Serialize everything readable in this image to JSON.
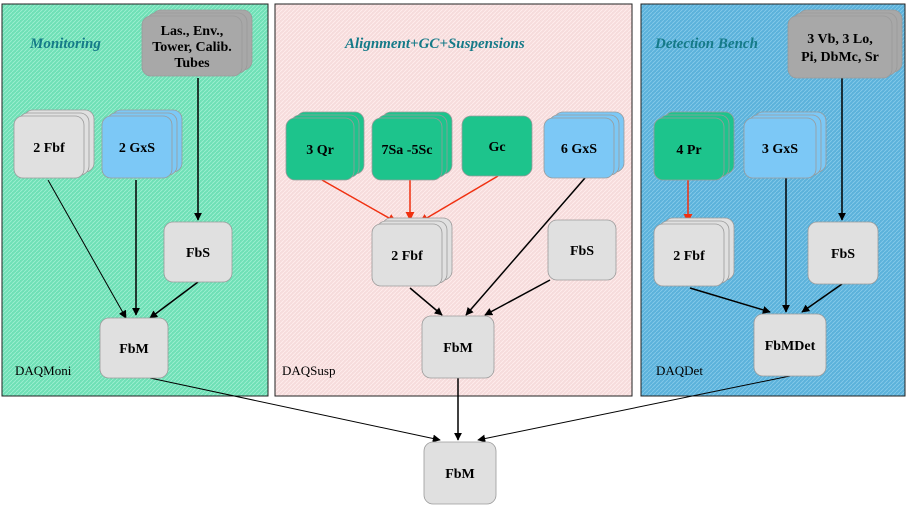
{
  "panels": {
    "monitoring": {
      "title": "Monitoring",
      "label": "DAQMoni",
      "color": "#6fe0b6"
    },
    "alignment": {
      "title": "Alignment+GC+Suspensions",
      "label": "DAQSusp",
      "color": "#f8dede"
    },
    "detection": {
      "title": "Detection Bench",
      "label": "DAQDet",
      "color": "#5fb4dc"
    }
  },
  "title_color": "#157a88",
  "boxes": {
    "mon_sources": [
      "Las., Env.,",
      "Tower, Calib.",
      "Tubes"
    ],
    "mon_fbf": "2 Fbf",
    "mon_gxs": "2 GxS",
    "mon_fbs": "FbS",
    "mon_fbm": "FbM",
    "al_qr": "3 Qr",
    "al_sa": "7Sa -5Sc",
    "al_gc": "Gc",
    "al_gxs": "6 GxS",
    "al_fbf": "2 Fbf",
    "al_fbs": "FbS",
    "al_fbm": "FbM",
    "det_sources": [
      "3 Vb, 3 Lo,",
      "Pi, DbMc, Sr"
    ],
    "det_pr": "4 Pr",
    "det_gxs": "3 GxS",
    "det_fbf": "2 Fbf",
    "det_fbs": "FbS",
    "det_fbm": "FbMDet",
    "main_fbm": "FbM"
  },
  "colors": {
    "gray_box": "#e0e0e0",
    "dark_gray_box": "#a8a8a8",
    "blue_box": "#7cc8f6",
    "green_box": "#1dc48c",
    "red_arrow": "#f03010",
    "black_arrow": "#000000"
  }
}
